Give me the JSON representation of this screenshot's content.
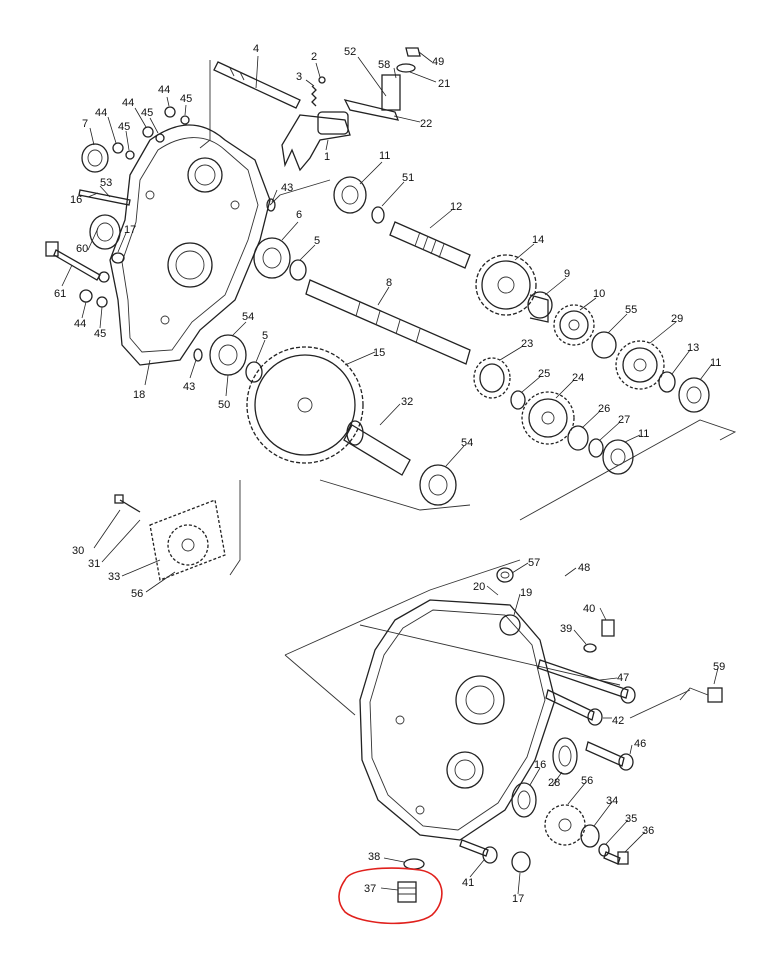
{
  "callouts": [
    {
      "id": "c4",
      "text": "4"
    },
    {
      "id": "c2",
      "text": "2"
    },
    {
      "id": "c3",
      "text": "3"
    },
    {
      "id": "c52",
      "text": "52"
    },
    {
      "id": "c58",
      "text": "58"
    },
    {
      "id": "c49",
      "text": "49"
    },
    {
      "id": "c21",
      "text": "21"
    },
    {
      "id": "c22",
      "text": "22"
    },
    {
      "id": "c1",
      "text": "1"
    },
    {
      "id": "c44a",
      "text": "44"
    },
    {
      "id": "c45a",
      "text": "45"
    },
    {
      "id": "c44b",
      "text": "44"
    },
    {
      "id": "c45b",
      "text": "45"
    },
    {
      "id": "c44c",
      "text": "44"
    },
    {
      "id": "c45c",
      "text": "45"
    },
    {
      "id": "c7",
      "text": "7"
    },
    {
      "id": "c16a",
      "text": "16"
    },
    {
      "id": "c53",
      "text": "53"
    },
    {
      "id": "c43a",
      "text": "43"
    },
    {
      "id": "c11a",
      "text": "11"
    },
    {
      "id": "c51",
      "text": "51"
    },
    {
      "id": "c12",
      "text": "12"
    },
    {
      "id": "c6",
      "text": "6"
    },
    {
      "id": "c5a",
      "text": "5"
    },
    {
      "id": "c17a",
      "text": "17"
    },
    {
      "id": "c60",
      "text": "60"
    },
    {
      "id": "c61",
      "text": "61"
    },
    {
      "id": "c44d",
      "text": "44"
    },
    {
      "id": "c45d",
      "text": "45"
    },
    {
      "id": "c14",
      "text": "14"
    },
    {
      "id": "c8",
      "text": "8"
    },
    {
      "id": "c9",
      "text": "9"
    },
    {
      "id": "c10",
      "text": "10"
    },
    {
      "id": "c55",
      "text": "55"
    },
    {
      "id": "c29",
      "text": "29"
    },
    {
      "id": "c54a",
      "text": "54"
    },
    {
      "id": "c5b",
      "text": "5"
    },
    {
      "id": "c15",
      "text": "15"
    },
    {
      "id": "c23",
      "text": "23"
    },
    {
      "id": "c13",
      "text": "13"
    },
    {
      "id": "c11b",
      "text": "11"
    },
    {
      "id": "c18",
      "text": "18"
    },
    {
      "id": "c43b",
      "text": "43"
    },
    {
      "id": "c50",
      "text": "50"
    },
    {
      "id": "c25",
      "text": "25"
    },
    {
      "id": "c24",
      "text": "24"
    },
    {
      "id": "c32",
      "text": "32"
    },
    {
      "id": "c26",
      "text": "26"
    },
    {
      "id": "c27",
      "text": "27"
    },
    {
      "id": "c11c",
      "text": "11"
    },
    {
      "id": "c54b",
      "text": "54"
    },
    {
      "id": "c30",
      "text": "30"
    },
    {
      "id": "c31",
      "text": "31"
    },
    {
      "id": "c33",
      "text": "33"
    },
    {
      "id": "c56a",
      "text": "56"
    },
    {
      "id": "c57",
      "text": "57"
    },
    {
      "id": "c48",
      "text": "48"
    },
    {
      "id": "c20",
      "text": "20"
    },
    {
      "id": "c19",
      "text": "19"
    },
    {
      "id": "c40",
      "text": "40"
    },
    {
      "id": "c39",
      "text": "39"
    },
    {
      "id": "c59",
      "text": "59"
    },
    {
      "id": "c47",
      "text": "47"
    },
    {
      "id": "c42",
      "text": "42"
    },
    {
      "id": "c46",
      "text": "46"
    },
    {
      "id": "c16b",
      "text": "16"
    },
    {
      "id": "c28",
      "text": "28"
    },
    {
      "id": "c56b",
      "text": "56"
    },
    {
      "id": "c34",
      "text": "34"
    },
    {
      "id": "c35",
      "text": "35"
    },
    {
      "id": "c36",
      "text": "36"
    },
    {
      "id": "c38",
      "text": "38"
    },
    {
      "id": "c37",
      "text": "37"
    },
    {
      "id": "c41",
      "text": "41"
    },
    {
      "id": "c17b",
      "text": "17"
    }
  ],
  "highlight": {
    "color": "#e0201c",
    "target_part": "37"
  },
  "line_color": "#222222"
}
